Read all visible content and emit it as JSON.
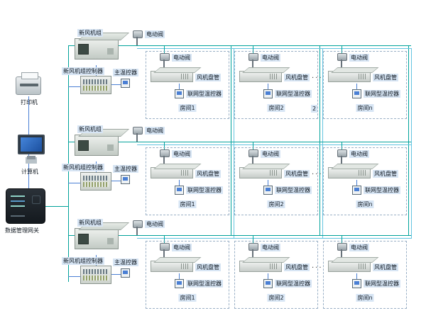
{
  "peripherals": {
    "printer_label": "打印机",
    "computer_label": "计算机",
    "gateway_label": "数据管理网关"
  },
  "colors": {
    "supply_bus": "#00a29a",
    "return_bus": "#62c4e0",
    "signal_line": "#4a7fd4",
    "label_highlight": "#d7e5f4"
  },
  "rows": [
    {
      "ahu_label": "新风机组",
      "ahu_valve_label": "电动阀",
      "controller_label": "新风机组控制器",
      "main_thermostat_label": "主温控器",
      "ellipsis": "...",
      "extra_label": "2",
      "rooms": [
        {
          "valve_label": "电动阀",
          "fan_coil_label": "风机盘管",
          "thermostat_label": "联网型温控器",
          "room_label": "房间1"
        },
        {
          "valve_label": "电动阀",
          "fan_coil_label": "风机盘管",
          "thermostat_label": "联网型温控器",
          "room_label": "房间2"
        },
        {
          "valve_label": "电动阀",
          "fan_coil_label": "风机盘管",
          "thermostat_label": "联网型温控器",
          "room_label": "房间n"
        }
      ]
    },
    {
      "ahu_label": "新风机组",
      "ahu_valve_label": "电动阀",
      "controller_label": "新风机组控制器",
      "main_thermostat_label": "主温控器",
      "ellipsis": "...",
      "rooms": [
        {
          "valve_label": "电动阀",
          "fan_coil_label": "风机盘管",
          "thermostat_label": "联网型温控器",
          "room_label": "房间1"
        },
        {
          "valve_label": "电动阀",
          "fan_coil_label": "风机盘管",
          "thermostat_label": "联网型温控器",
          "room_label": "房间2"
        },
        {
          "valve_label": "电动阀",
          "fan_coil_label": "风机盘管",
          "thermostat_label": "联网型温控器",
          "room_label": "房间n"
        }
      ]
    },
    {
      "ahu_label": "新风机组",
      "ahu_valve_label": "电动阀",
      "controller_label": "新风机组控制器",
      "main_thermostat_label": "主温控器",
      "ellipsis": "...",
      "rooms": [
        {
          "valve_label": "电动阀",
          "fan_coil_label": "风机盘管",
          "thermostat_label": "联网型温控器",
          "room_label": "房间1"
        },
        {
          "valve_label": "电动阀",
          "fan_coil_label": "风机盘管",
          "thermostat_label": "联网型温控器",
          "room_label": "房间2"
        },
        {
          "valve_label": "电动阀",
          "fan_coil_label": "风机盘管",
          "thermostat_label": "联网型温控器",
          "room_label": "房间n"
        }
      ]
    }
  ]
}
